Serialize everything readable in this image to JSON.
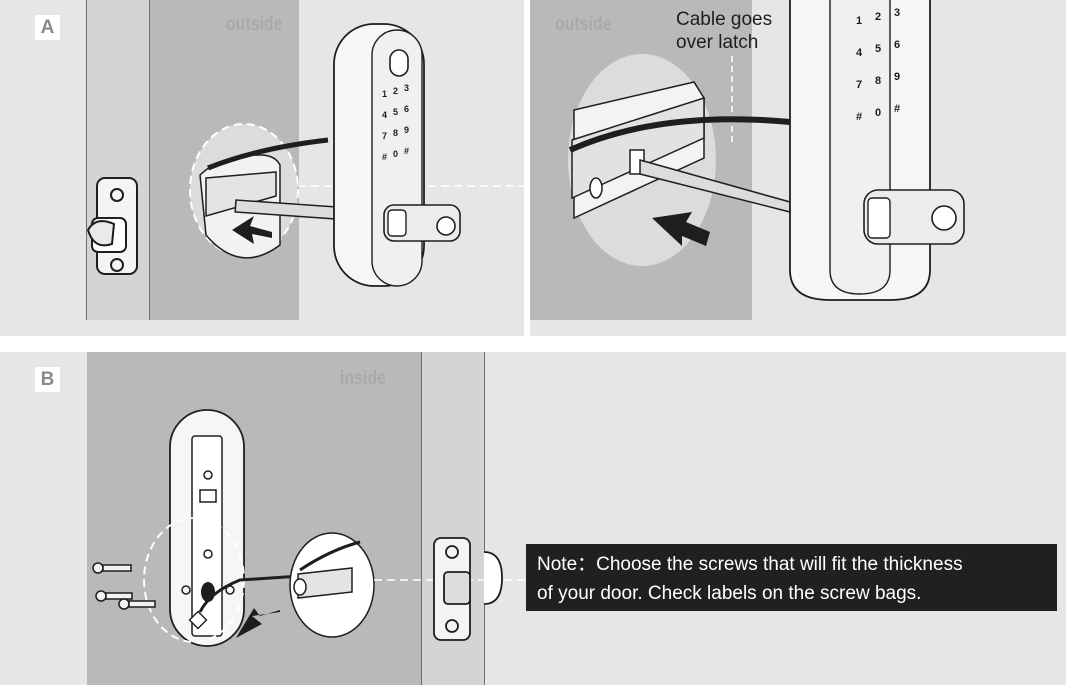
{
  "step_badges": {
    "a": "A",
    "b": "B"
  },
  "side_labels": {
    "outside_1": "outside",
    "outside_2": "outside",
    "inside": "inside"
  },
  "callout": {
    "line1": "Cable goes",
    "line2": "over latch"
  },
  "note": {
    "line1": "Note：Choose the screws that will fit the thickness",
    "line2": "of your door. Check labels on the screw bags."
  },
  "keypad": [
    "1",
    "2",
    "3",
    "4",
    "5",
    "6",
    "7",
    "8",
    "9",
    "#",
    "0",
    "#"
  ],
  "colors": {
    "panel": "#e6e6e6",
    "door": "#b9b9b9",
    "note_bg": "#221f20",
    "label": "#a9a9a9"
  }
}
